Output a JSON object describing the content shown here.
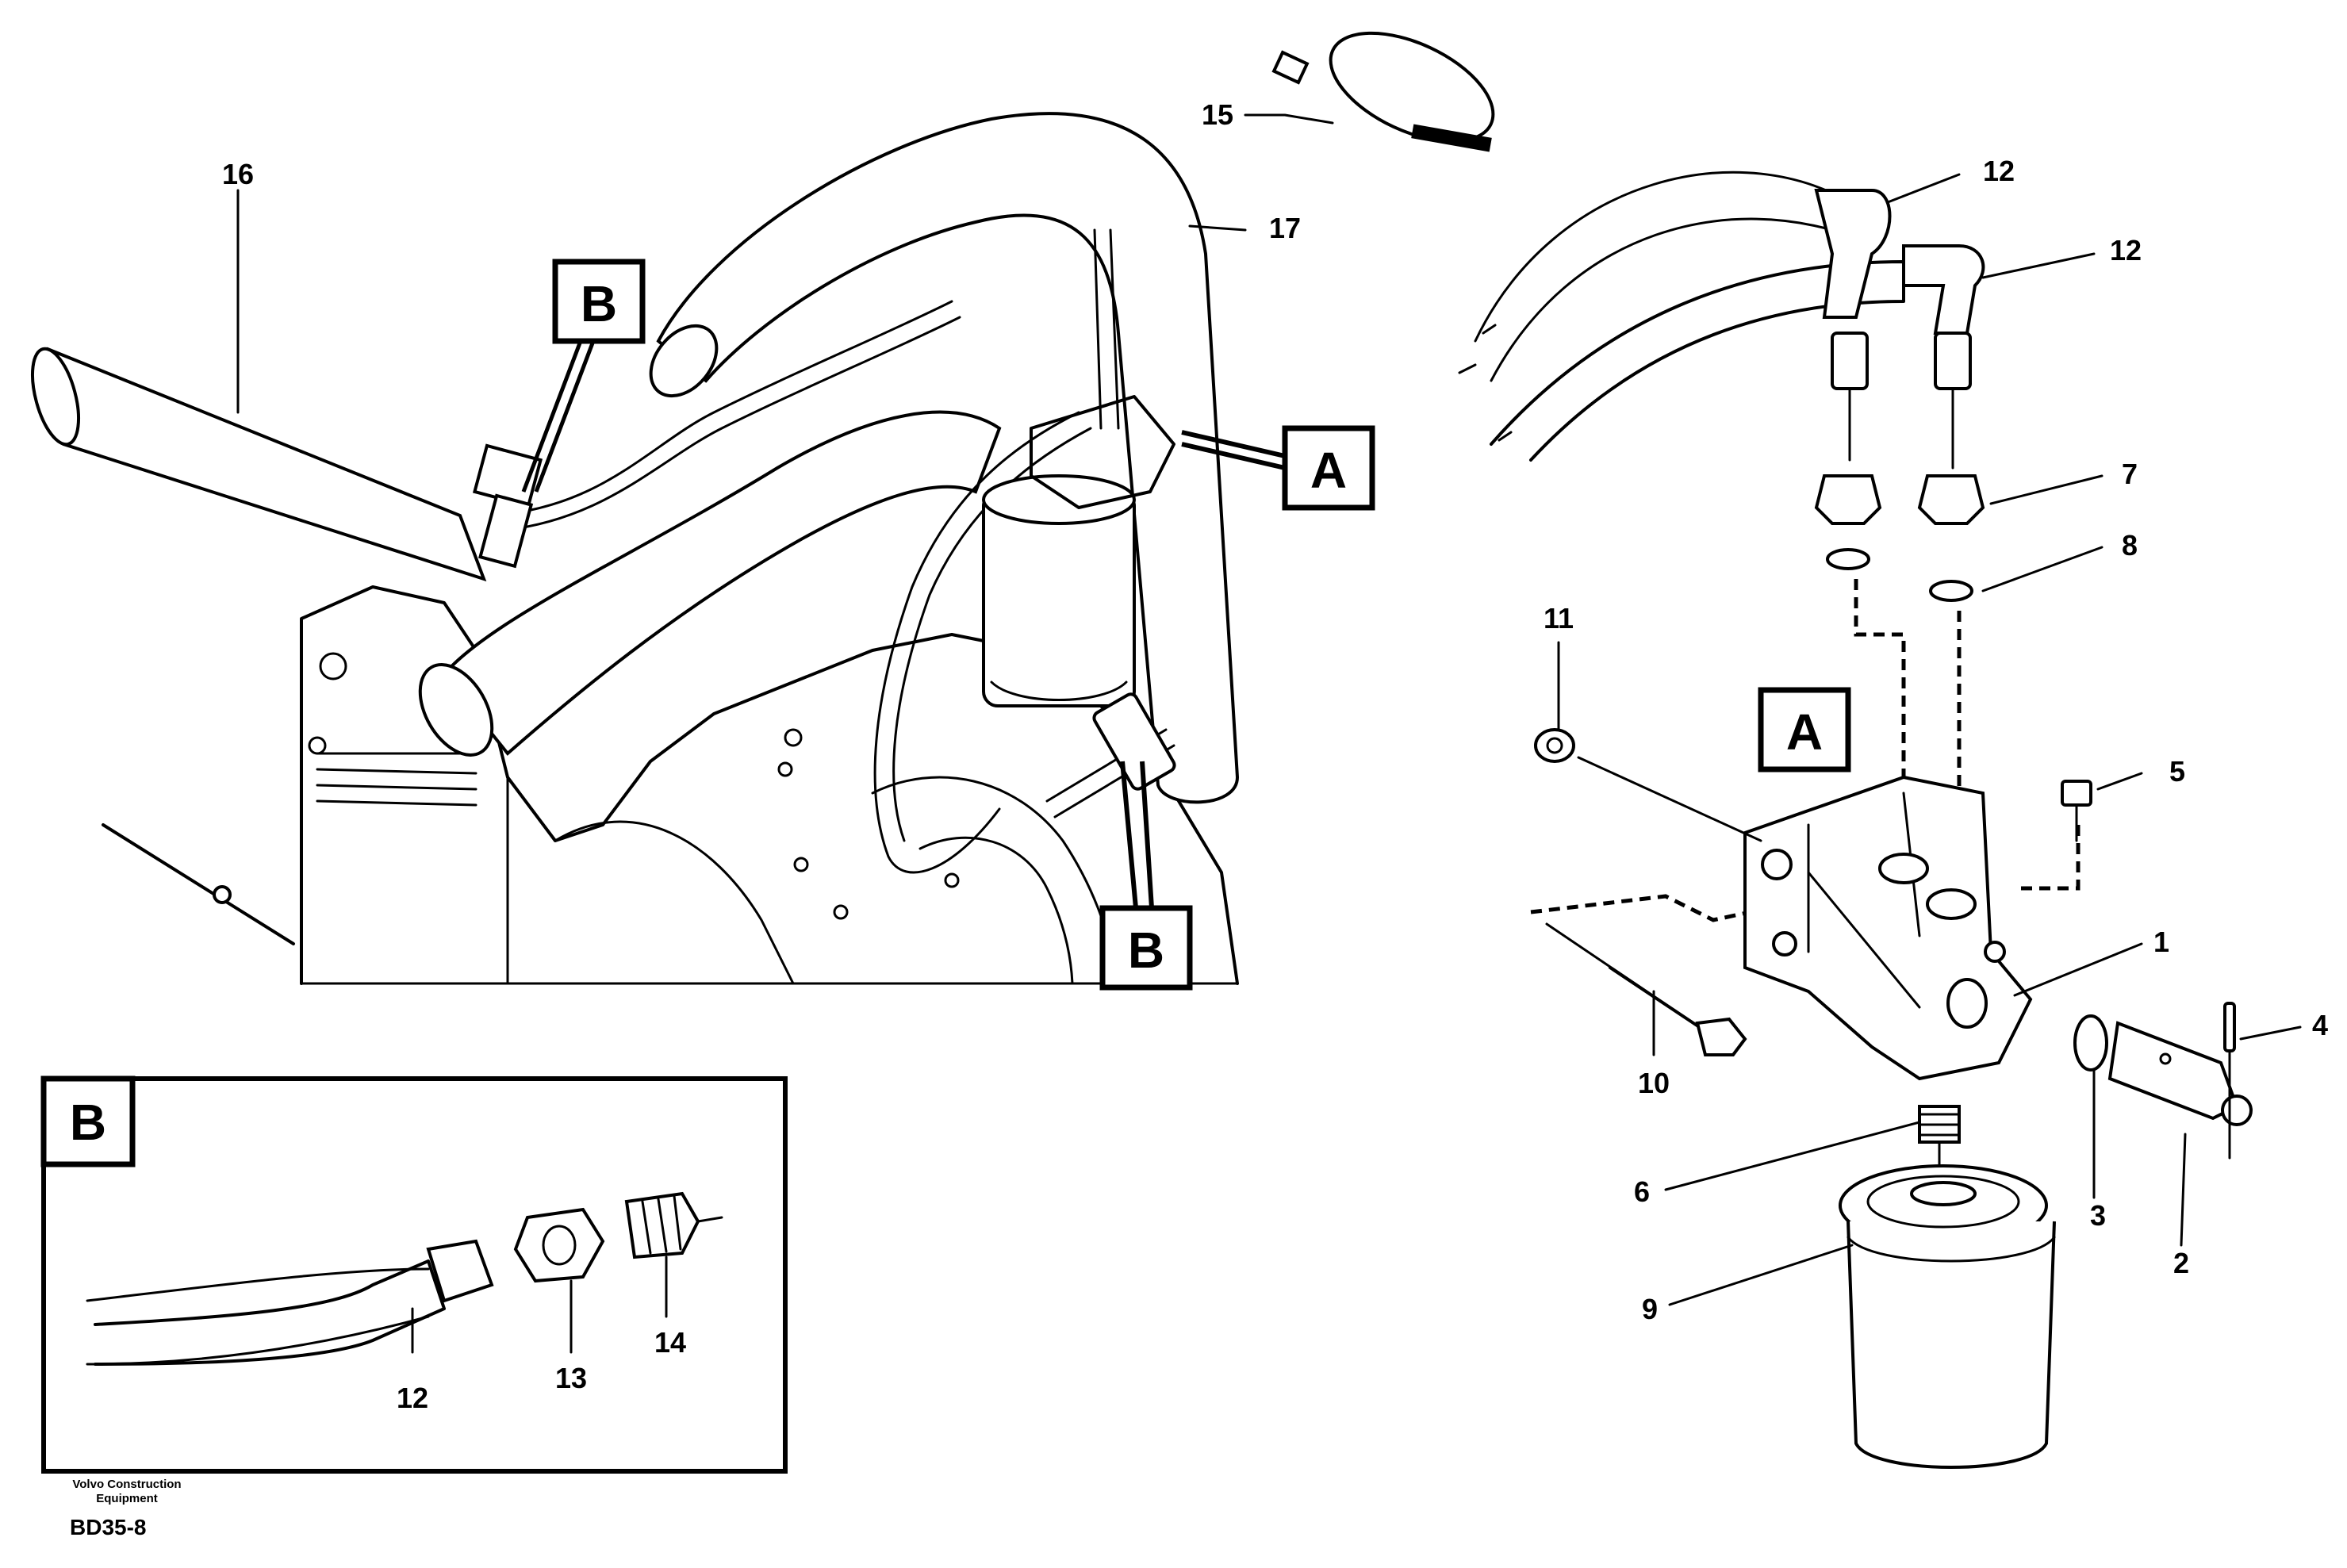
{
  "callouts": {
    "c1": "1",
    "c2": "2",
    "c3": "3",
    "c4": "4",
    "c5": "5",
    "c6": "6",
    "c7": "7",
    "c8": "8",
    "c9": "9",
    "c10": "10",
    "c11": "11",
    "c12a": "12",
    "c12b": "12",
    "c12c": "12",
    "c13": "13",
    "c14": "14",
    "c15": "15",
    "c16": "16",
    "c17": "17"
  },
  "view_labels": {
    "a_engine": "A",
    "a_detail": "A",
    "b_top": "B",
    "b_bottom": "B",
    "b_inset": "B"
  },
  "footer": {
    "maker_line1": "Volvo Construction",
    "maker_line2": "Equipment",
    "code": "BD35-8"
  }
}
